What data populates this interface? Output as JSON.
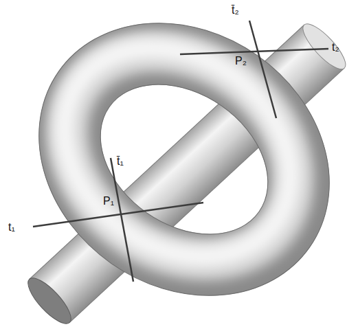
{
  "diagram": {
    "labels": [
      "t̄₂",
      "P₂",
      "t₂",
      "t̄₁",
      "t₁",
      "P₁"
    ]
  }
}
